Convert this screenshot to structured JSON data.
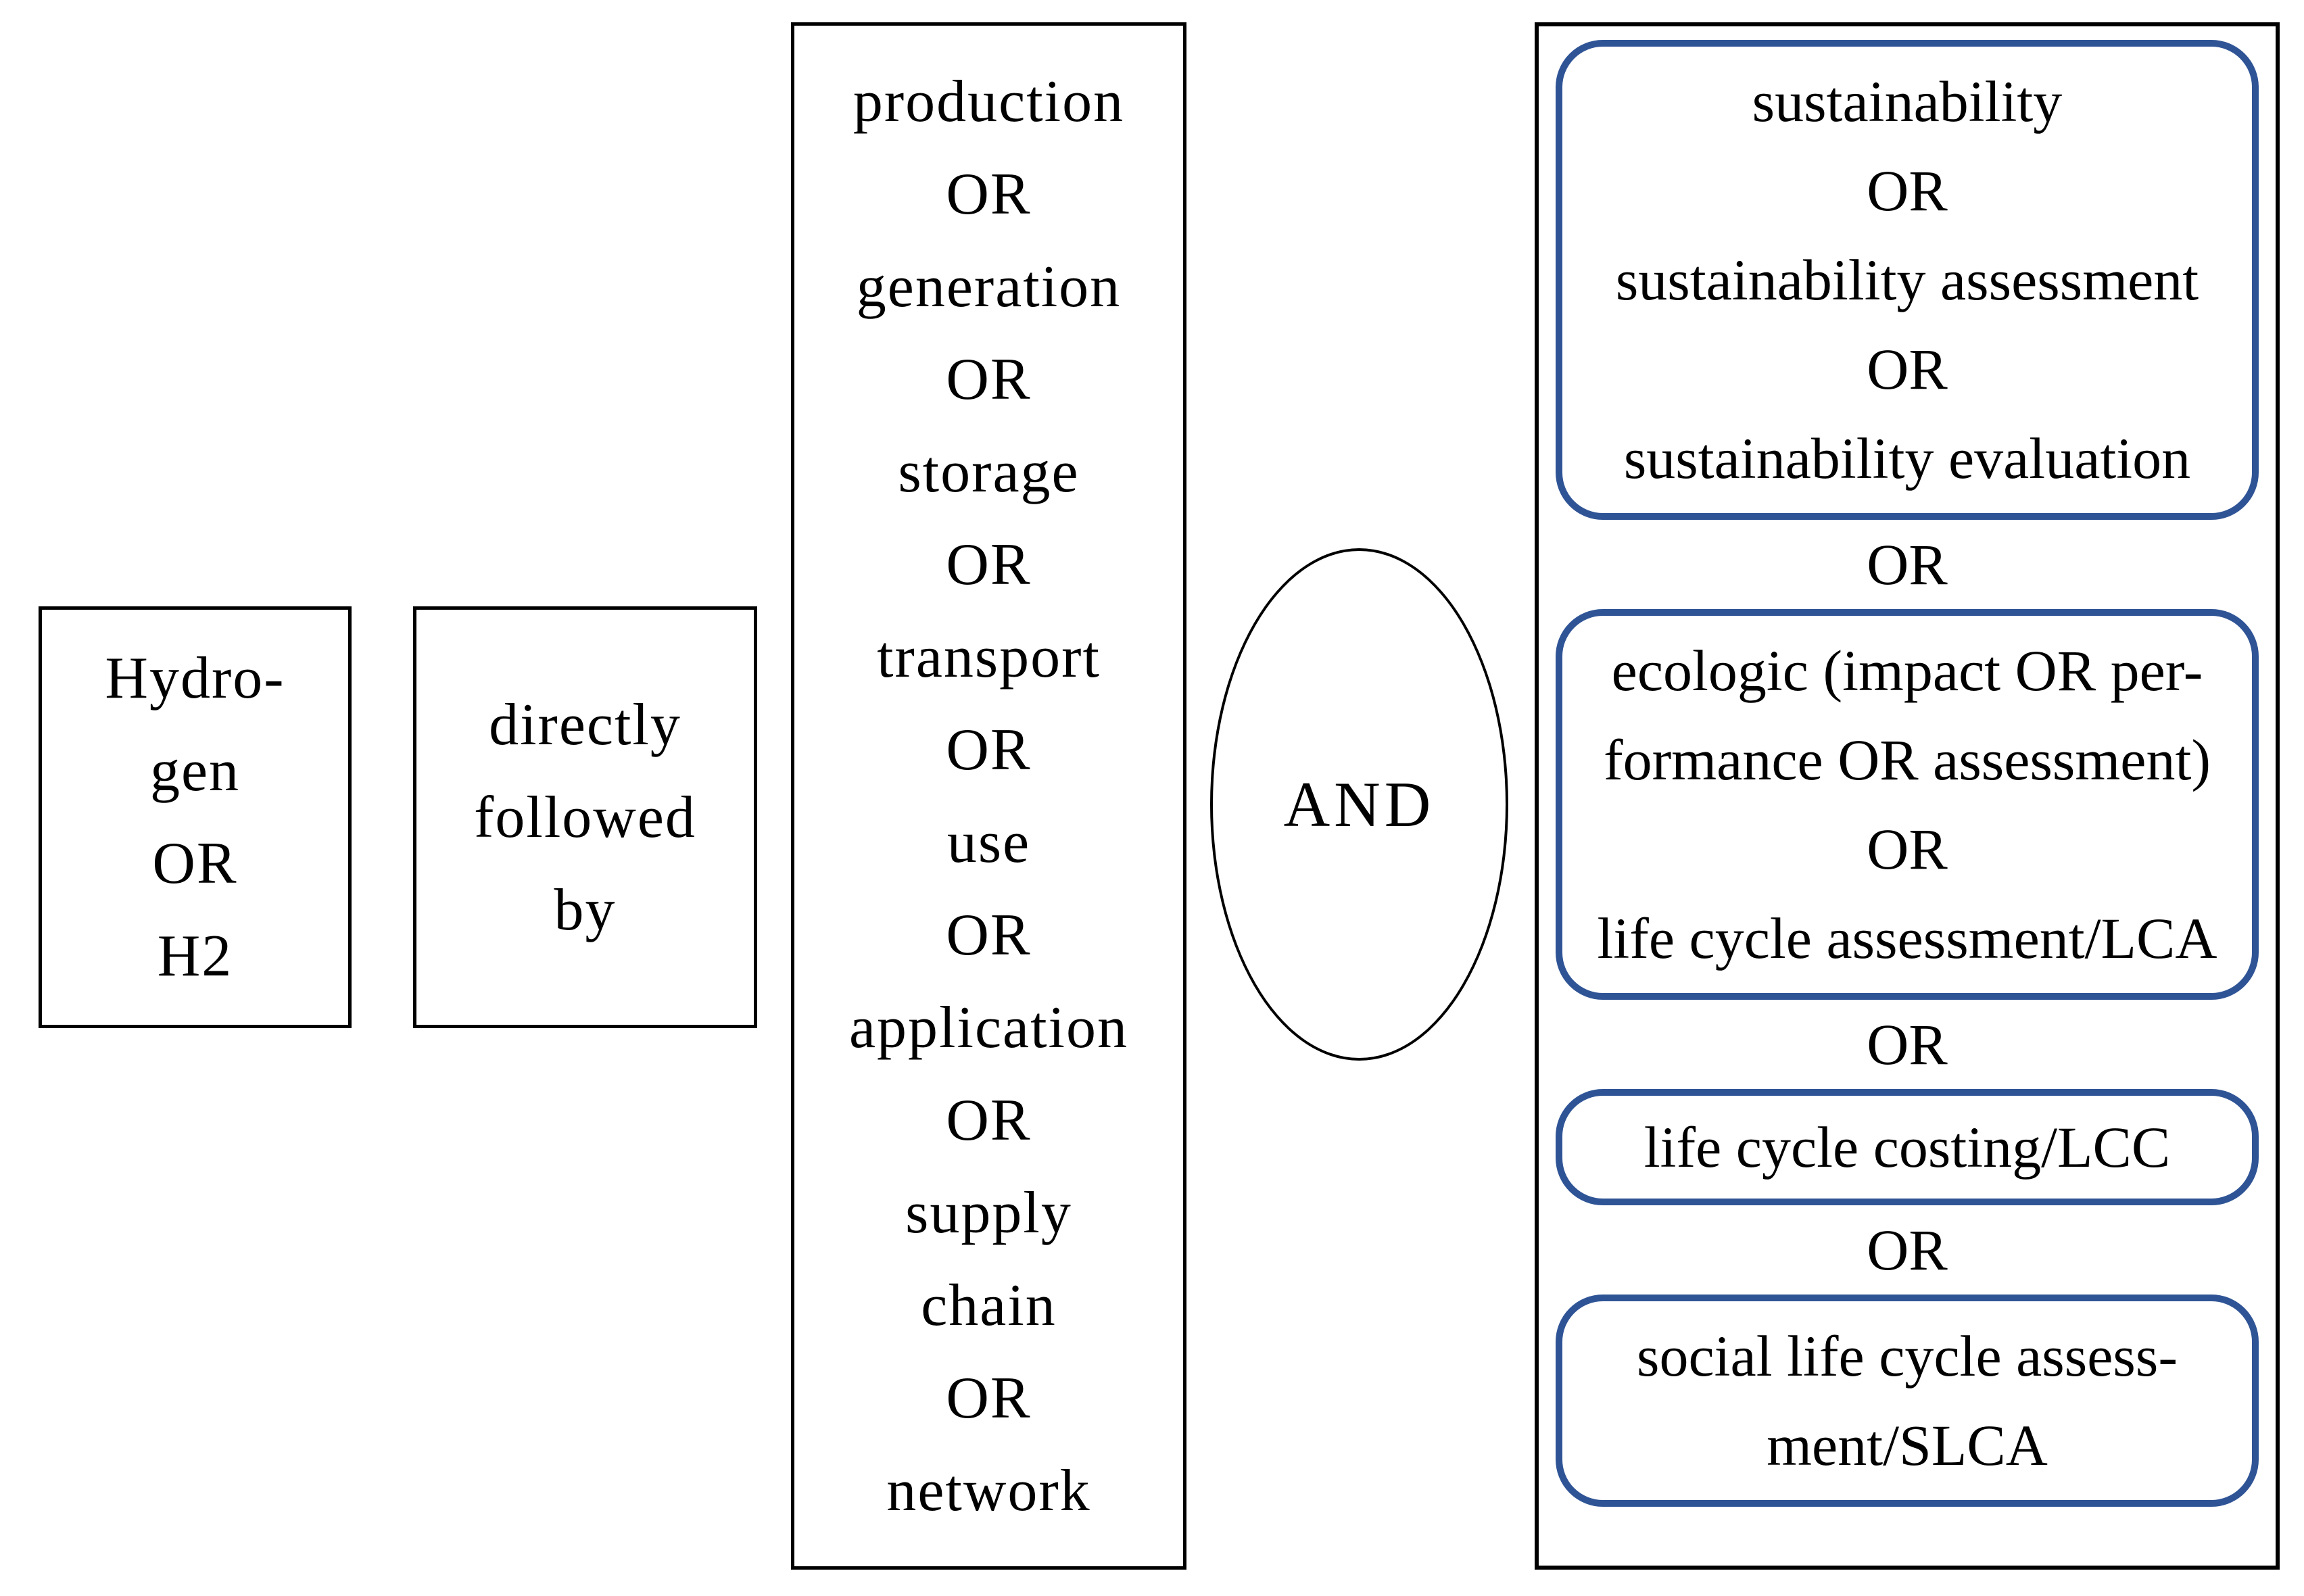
{
  "colors": {
    "accent_blue": "#2F5496",
    "box_border": "#000000",
    "text": "#000000",
    "background": "#FFFFFF"
  },
  "boxes": {
    "hydrogen": {
      "lines": [
        "Hydro-",
        "gen",
        "OR",
        "H2"
      ]
    },
    "adjacency": {
      "lines": [
        "directly",
        "followed",
        "by"
      ]
    },
    "process": {
      "lines": [
        "production",
        "OR",
        "generation",
        "OR",
        "storage",
        "OR",
        "transport",
        "OR",
        "use",
        "OR",
        "application",
        "OR",
        "supply",
        "chain",
        "OR",
        "network"
      ]
    },
    "and_operator": {
      "label": "AND"
    },
    "sustainability": {
      "group1": {
        "lines": [
          "sustainability",
          "OR",
          "sustainability assessment",
          "OR",
          "sustainability evaluation"
        ]
      },
      "or_1": "OR",
      "group2": {
        "lines": [
          "ecologic (impact OR per-",
          "formance OR assessment)",
          "OR",
          "life cycle assessment/LCA"
        ]
      },
      "or_2": "OR",
      "group3": {
        "lines": [
          "life cycle costing/LCC"
        ]
      },
      "or_3": "OR",
      "group4": {
        "lines": [
          "social life cycle assess-",
          "ment/SLCA"
        ]
      }
    }
  }
}
